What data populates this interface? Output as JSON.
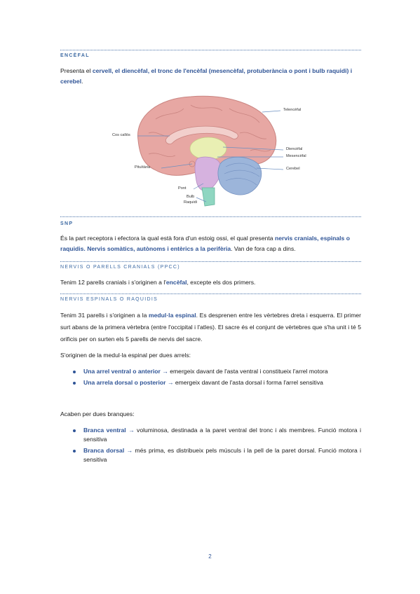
{
  "encefal": {
    "heading": "ENCÈFAL",
    "intro_pre": "Presenta el ",
    "intro_hl": "cervell, el diencèfal, el tronc de l'encèfal (mesencèfal, protuberància o pont i bulb raquidi) i cerebel",
    "intro_post": "."
  },
  "figure": {
    "labels": {
      "telencefal": "Telencèfal",
      "cos_callos": "Cos callós",
      "diencefal": "Diencèfal",
      "mesencefal": "Mesencèfal",
      "pituitaria": "Pituïtària",
      "cerebel": "Cerebel",
      "pont": "Pont",
      "bulb": "Bulb",
      "raquidi": "Raquidi"
    },
    "colors": {
      "cortex": "#e7a7a3",
      "diencephalon": "#e9efb3",
      "brainstem": "#d6b2df",
      "cerebellum": "#9cb5da",
      "medulla": "#8fd6c1",
      "leader": "#6b8fc0"
    }
  },
  "snp": {
    "heading": "SNP",
    "t1": "És la part receptora i efectora la qual està fora d'un estoig ossi, el qual presenta ",
    "hl1": "nervis cranials, espinals o raquidis. Nervis somàtics, autònoms i entèrics a la perifèria",
    "t2": ". Van de fora cap a dins."
  },
  "cranials": {
    "heading": "NERVIS O PARELLS CRANIALS (PPCC)",
    "t1": "Tenim 12 parells cranials i s'originen a l'",
    "hl1": "encèfal",
    "t2": ", excepte els dos primers."
  },
  "espinals": {
    "heading": "NERVIS ESPINALS O RAQUIDIS",
    "p1_a": "Tenim 31 parells i s'originen a la ",
    "p1_hl": "medul·la espinal",
    "p1_b": ". Es desprenen entre les vèrtebres dreta i esquerra. El primer surt abans de la primera vèrtebra (entre l'occipital i l'atles). El sacre és el conjunt de vèrtebres que s'ha unit i té 5 orificis per on surten els 5 parells de nervis del sacre.",
    "p2": "S'originen de la medul·la espinal per dues arrels:",
    "roots": [
      {
        "hl": "Una arrel ventral o anterior",
        "arrow": "→",
        "text": " emergeix davant de l'asta ventral i constitueix l'arrel motora"
      },
      {
        "hl": "Una arrela dorsal o posterior",
        "arrow": "→",
        "text": " emergeix davant de l'asta dorsal i forma l'arrel sensitiva"
      }
    ],
    "p3": "Acaben per dues branques:",
    "branches": [
      {
        "hl": "Branca ventral",
        "arrow": "→",
        "text": " voluminosa, destinada a la paret ventral del tronc i als membres. Funció motora i sensitiva"
      },
      {
        "hl": "Branca dorsal",
        "arrow": "→",
        "text": " més prima, es distribueix pels músculs i la pell de la paret dorsal. Funció motora i sensitiva"
      }
    ]
  },
  "page_number": "2"
}
